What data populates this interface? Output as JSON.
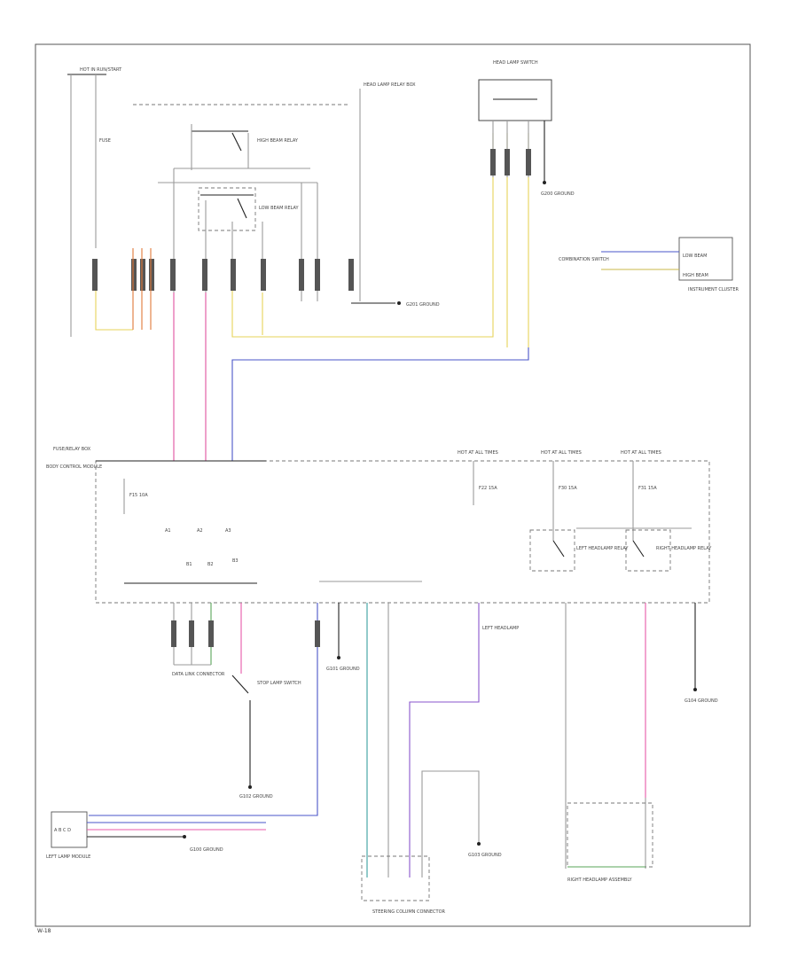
{
  "frame_id": "W-18",
  "colors": {
    "pink": "#e85aa8",
    "violet": "#8855cc",
    "blue": "#4a55c8",
    "yellow": "#e7d35a",
    "orange": "#e0783a",
    "green": "#5aa55a",
    "black": "#222222",
    "gray": "#9a9a9a"
  },
  "labels": {
    "hot_top_left": "HOT IN RUN/START",
    "hot_at_all_times_1": "HOT AT ALL TIMES",
    "hot_at_all_times_2": "HOT AT ALL TIMES",
    "hot_at_all_times_3": "HOT AT ALL TIMES",
    "lamp_relay_box": "HEAD LAMP RELAY BOX",
    "relay_high": "HIGH BEAM RELAY",
    "relay_low": "LOW BEAM RELAY",
    "module_top_right": "HEAD LAMP SWITCH",
    "ground_top_right": "G200 GROUND",
    "instrument_cluster": "INSTRUMENT CLUSTER",
    "cluster_low": "LOW BEAM",
    "cluster_high": "HIGH BEAM",
    "combination_switch": "COMBINATION SWITCH",
    "ground_mid": "G201 GROUND",
    "bcm": "BODY CONTROL MODULE",
    "bcm_detail": "FUSE/RELAY BOX",
    "fuse_a": "F15 10A",
    "fuse_b": "F22 15A",
    "fuse_c": "F30 15A",
    "fuse_d": "F31 15A",
    "relay_right_1": "LEFT HEADLAMP RELAY",
    "relay_right_2": "RIGHT HEADLAMP RELAY",
    "pin_a": "A1",
    "pin_b": "A2",
    "pin_c": "A3",
    "pin_d": "B1",
    "pin_e": "B2",
    "pin_f": "B3",
    "bottom_left_conn": "DATA LINK CONNECTOR",
    "bottom_left_ground": "G100 GROUND",
    "stop_switch": "STOP LAMP SWITCH",
    "stop_switch_ground": "G102 GROUND",
    "ground_center": "G101 GROUND",
    "headlamp_left": "LEFT HEADLAMP",
    "headlamp_left_ground": "G103 GROUND",
    "steering_conn": "STEERING COLUMN CONNECTOR",
    "headlamp_right": "RIGHT HEADLAMP ASSEMBLY",
    "ground_right": "G104 GROUND",
    "left_module": "LEFT LAMP MODULE",
    "left_module_pins": "A B C D"
  }
}
